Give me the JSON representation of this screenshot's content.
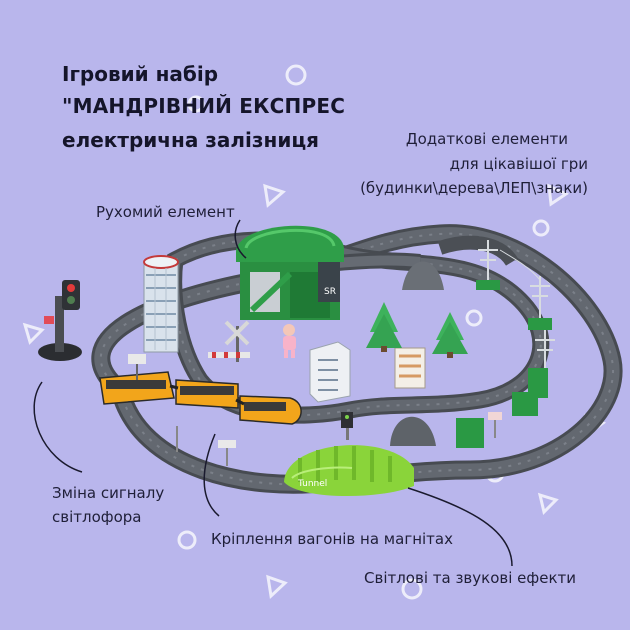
{
  "title": {
    "line1": "Ігровий набір",
    "line2": "\"МАНДРІВНИЙ ЕКСПРЕС",
    "line3": "електрична залізниця"
  },
  "labels": {
    "extra_line1": "Додаткові елементи",
    "extra_line2": "для цікавішої гри",
    "extra_line3": "(будинки\\дерева\\ЛЕП\\знаки)",
    "moving": "Рухомий елемент",
    "signal_line1": "Зміна сигналу",
    "signal_line2": "світлофора",
    "magnets": "Кріплення вагонів на магнітах",
    "effects": "Світлові та звукові ефекти"
  },
  "tunnel_label": "Tunnel",
  "colors": {
    "background": "#b9b6ec",
    "track": "#5d6269",
    "track_edge": "#474b51",
    "green": "#2e9a45",
    "tunnel_green": "#8ad43a",
    "train_yellow": "#f2a51b",
    "text": "#15152a"
  }
}
